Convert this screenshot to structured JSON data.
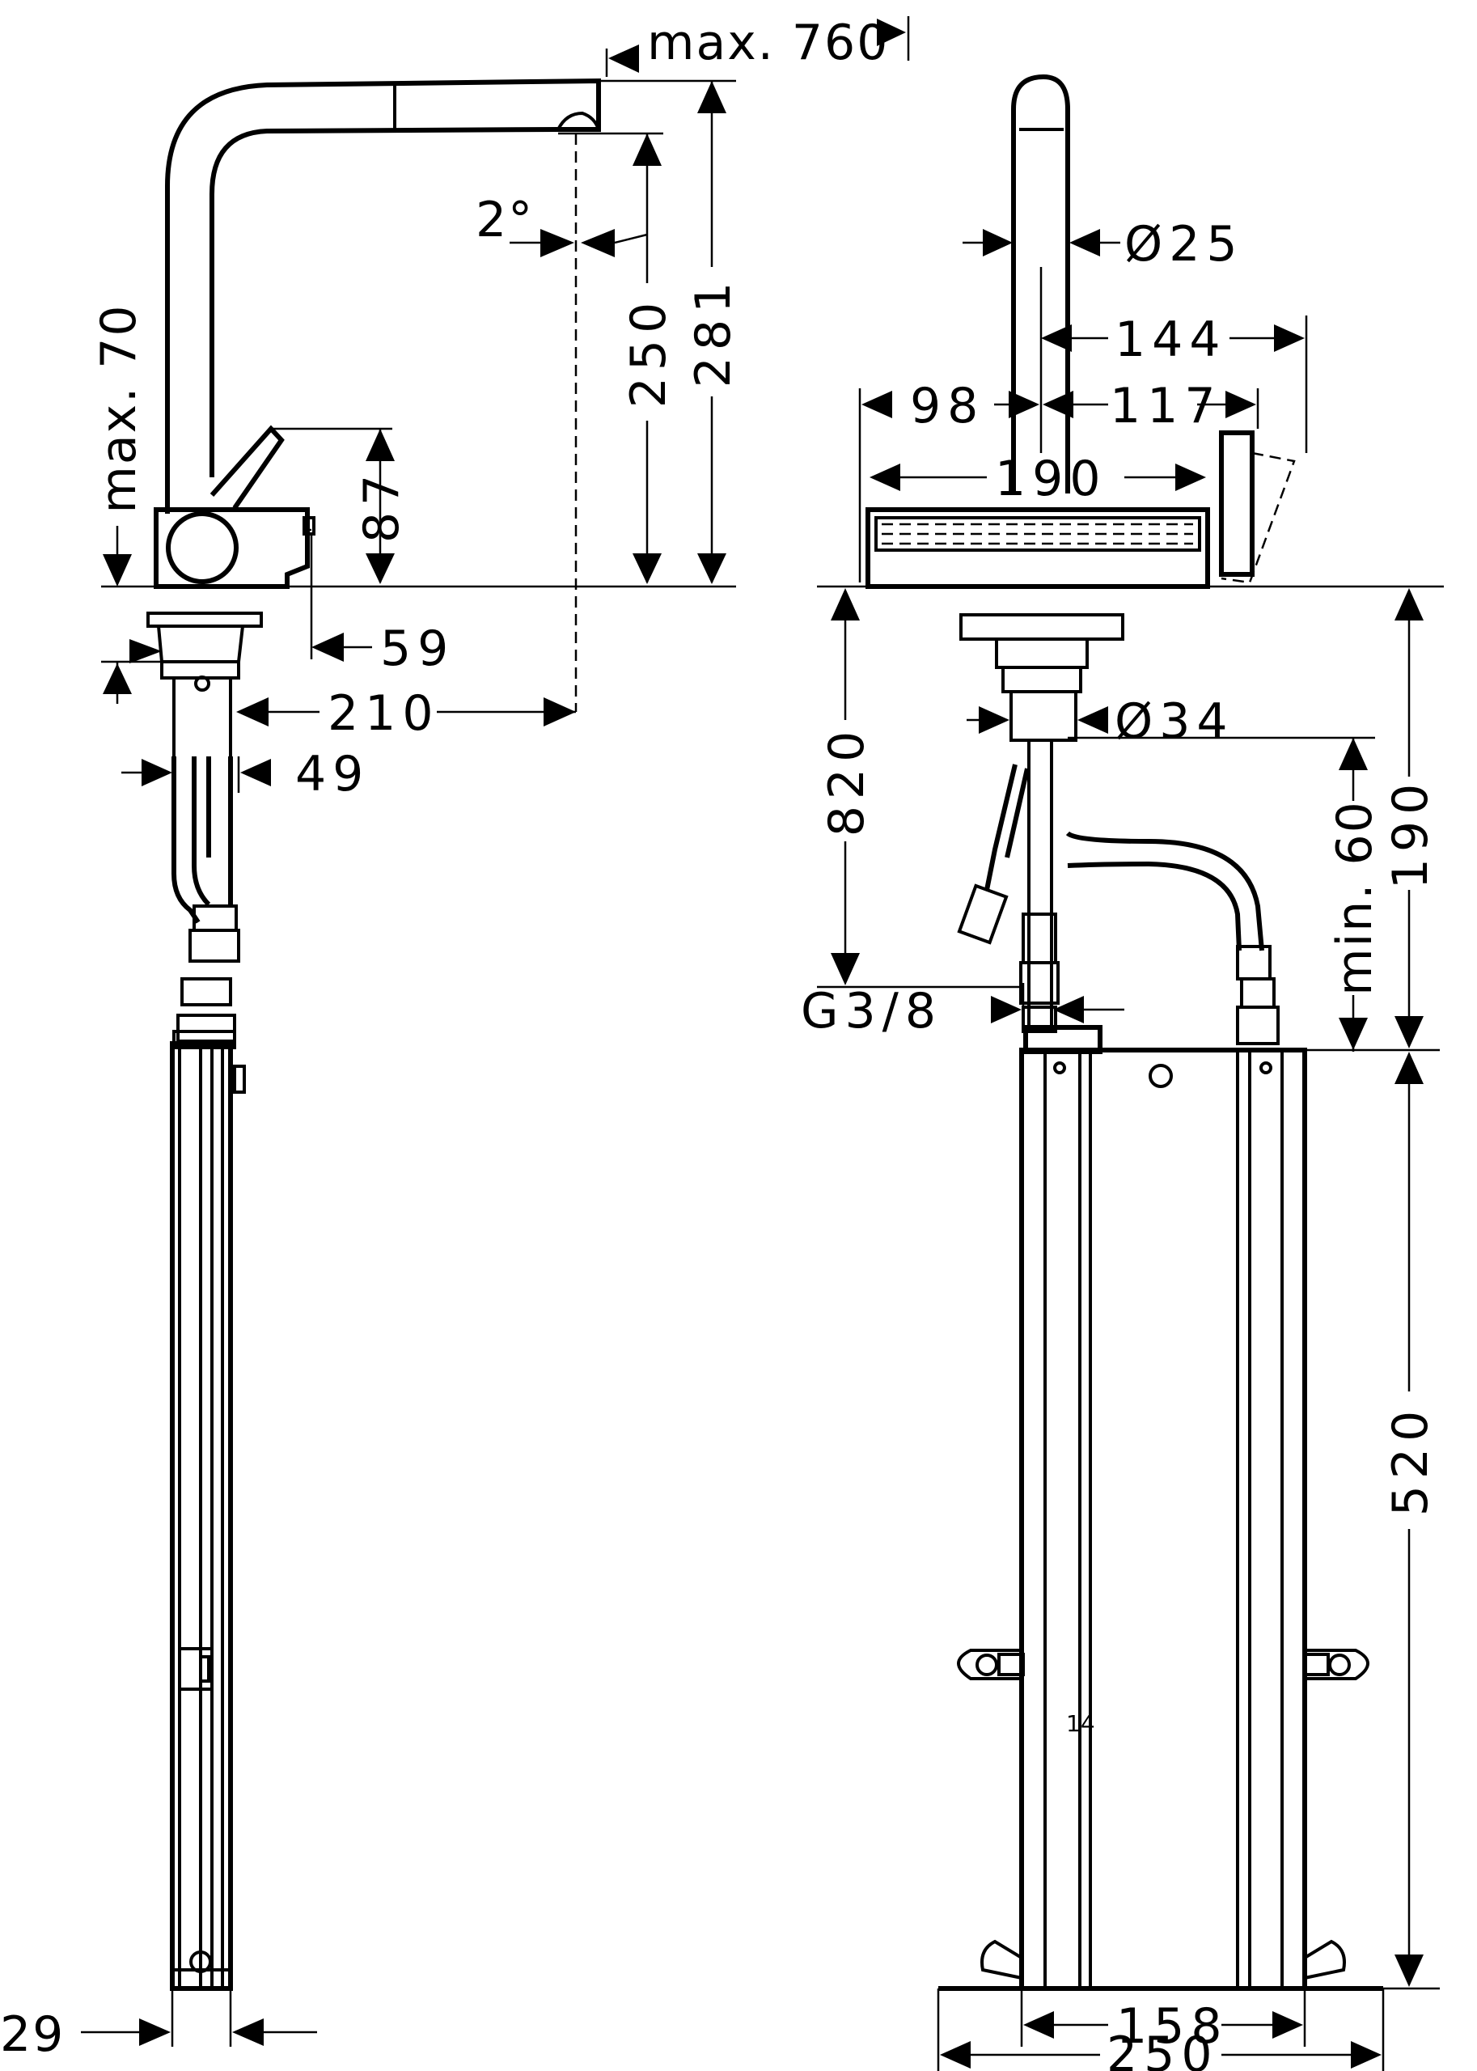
{
  "drawing": {
    "side_view": {
      "dims": {
        "max_reach": "max. 760",
        "height_281": "281",
        "height_250": "250",
        "angle": "2°",
        "max_70": "max. 70",
        "lever_87": "87",
        "offset_59": "59",
        "spout_210": "210",
        "shank_49": "49",
        "box_29": "29"
      }
    },
    "front_view": {
      "dims": {
        "spout_dia": "Ø25",
        "dim_144": "144",
        "dim_98": "98",
        "dim_117": "117",
        "dim_190_top": "190",
        "depth_820": "820",
        "shank_dia": "Ø34",
        "min_60": "min. 60",
        "dim_190_side": "190",
        "thread": "G3/8",
        "box_520": "520",
        "box_158": "158",
        "base_250": "250"
      },
      "box_mark": "14"
    }
  }
}
